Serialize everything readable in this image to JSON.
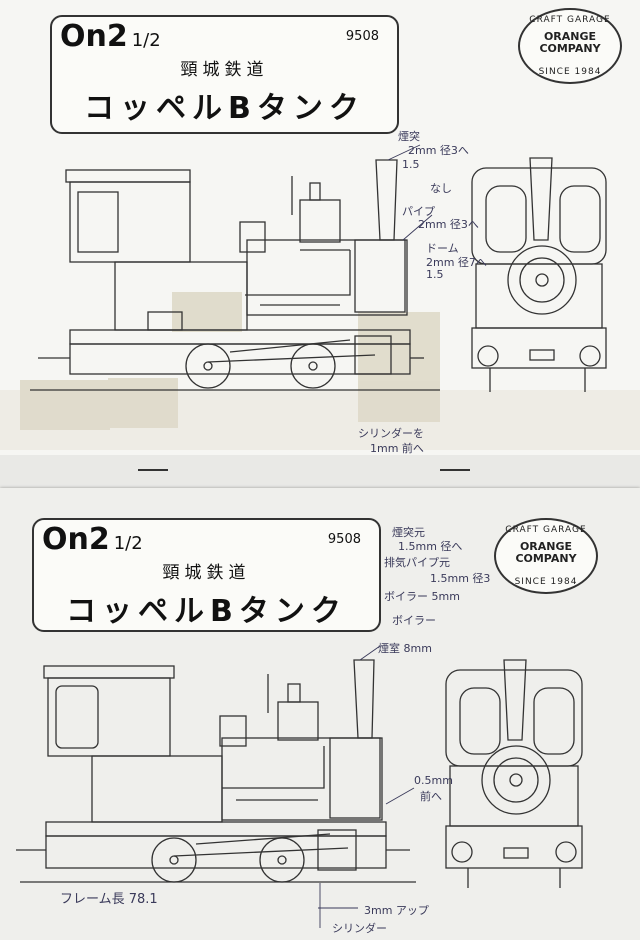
{
  "sheet1": {
    "scale": "On2",
    "fraction": "1/2",
    "code": "9508",
    "railway": "頸城鉄道",
    "model": "コッペルBタンク",
    "stamp": {
      "top": "CRAFT GARAGE",
      "line1": "ORANGE",
      "line2": "COMPANY",
      "bottom": "SINCE 1984"
    },
    "notes": [
      "煙突",
      "2mm 径3へ",
      "1.5",
      "なし",
      "パイプ",
      "2mm 径3へ",
      "ドーム",
      "2mm 径7へ",
      "1.5",
      "シリンダーを",
      "1mm 前へ"
    ]
  },
  "sheet2": {
    "scale": "On2",
    "fraction": "1/2",
    "code": "9508",
    "railway": "頸城鉄道",
    "model": "コッペルBタンク",
    "stamp": {
      "top": "CRAFT GARAGE",
      "line1": "ORANGE",
      "line2": "COMPANY",
      "bottom": "SINCE 1984"
    },
    "notes": [
      "煙突元",
      "1.5mm 径へ",
      "排気パイプ元",
      "1.5mm 径3",
      "ボイラー 5mm",
      "ボイラー",
      "煙室 8mm",
      "0.5mm",
      "前へ",
      "フレーム長 78.1",
      "3mm アップ",
      "シリンダー"
    ]
  },
  "colors": {
    "paper": "#f3f3f0",
    "ink": "#333333",
    "pencil": "#3a3a5a",
    "tape": "#ddd8c6",
    "background": "#9a9a96"
  }
}
